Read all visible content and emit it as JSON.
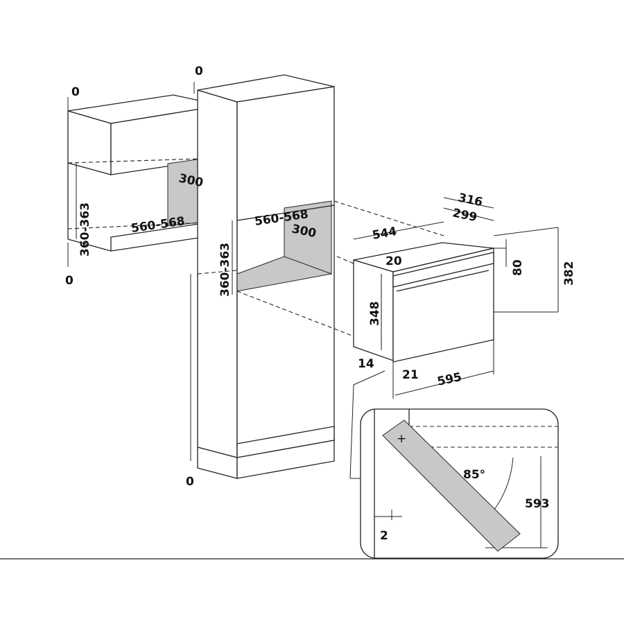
{
  "labels": {
    "wall_top_gap": "0",
    "wall_bottom_gap": "0",
    "tall_top_gap": "0",
    "tall_bottom_gap": "0",
    "wall_height": "360-363",
    "wall_depth": "300",
    "wall_width": "560-568",
    "tall_height": "360-363",
    "tall_width": "560-568",
    "tall_depth": "300",
    "oven_depth_total": "316",
    "oven_depth_body": "299",
    "oven_body_depth": "544",
    "oven_top_offset": "20",
    "oven_panel_height": "80",
    "oven_total_height": "382",
    "oven_body_height": "348",
    "oven_side_offset": "14",
    "oven_door_thickness": "21",
    "oven_width": "595",
    "door_angle": "85°",
    "door_open_depth": "593",
    "door_gap": "2"
  },
  "colors": {
    "line": "#222222",
    "niche_fill": "#c8c8c8"
  }
}
